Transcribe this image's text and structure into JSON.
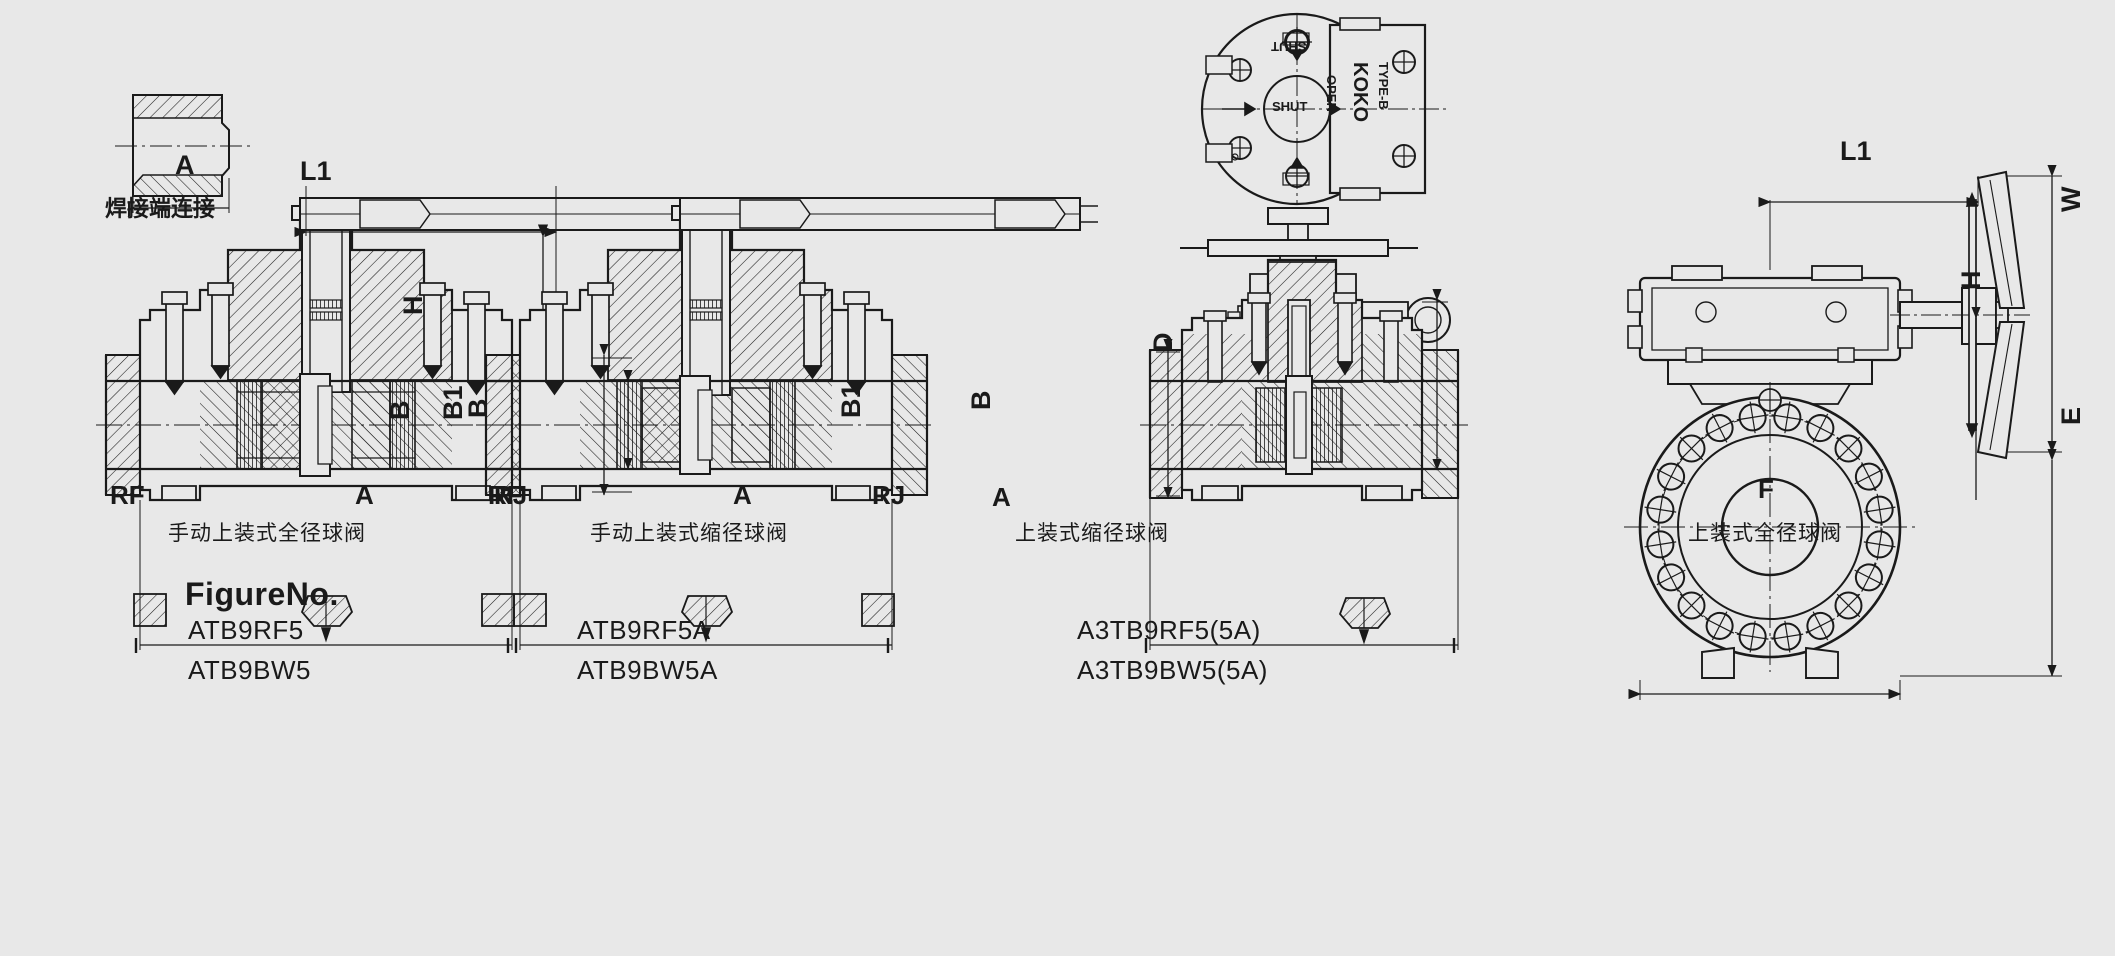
{
  "sheet": {
    "background_color": "#e8e8e8",
    "line_color": "#1a1a1a"
  },
  "weld_detail": {
    "dim_label": "A",
    "caption": "焊接端连接"
  },
  "figures": [
    {
      "id": "fig-1",
      "caption": "手动上装式全径球阀",
      "end_left": "RF",
      "end_right": "RJ",
      "dims": {
        "length_top": "L1",
        "height": "H",
        "bore": "B",
        "face_to_face": "A"
      },
      "figure_numbers": [
        "ATB9RF5",
        "ATB9BW5"
      ]
    },
    {
      "id": "fig-2",
      "caption": "手动上装式缩径球阀",
      "end_left": "RF",
      "end_right": "RJ",
      "dims": {
        "bore_large": "B1",
        "bore": "B",
        "face_to_face": "A"
      },
      "figure_numbers": [
        "ATB9RF5A",
        "ATB9BW5A"
      ]
    },
    {
      "id": "fig-3",
      "caption": "上装式缩径球阀",
      "dims": {
        "bore_large": "B1",
        "bore": "B",
        "diameter": "D",
        "face_to_face": "A"
      },
      "actuator": {
        "brand": "KOKO",
        "type": "TYPE-B",
        "pos_top": "SHUT",
        "pos_bottom": "SHUT",
        "pos_right": "OPEN"
      },
      "figure_numbers": [
        "A3TB9RF5(5A)",
        "A3TB9BW5(5A)"
      ]
    },
    {
      "id": "fig-4",
      "caption": "上装式全径球阀",
      "dims": {
        "length_top": "L1",
        "width": "W",
        "height": "H",
        "bore_height": "E",
        "flange_width": "F"
      },
      "flange_bolt_count": 20,
      "figure_numbers": [
        "A3TB9RF5(5A)",
        "A3TB9BW5(5A)"
      ]
    }
  ],
  "figure_table": {
    "title": "FigureNo.",
    "columns": [
      {
        "rows": [
          "ATB9RF5",
          "ATB9BW5"
        ]
      },
      {
        "rows": [
          "ATB9RF5A",
          "ATB9BW5A"
        ]
      },
      {
        "rows": [
          "A3TB9RF5(5A)",
          "A3TB9BW5(5A)"
        ]
      }
    ]
  }
}
